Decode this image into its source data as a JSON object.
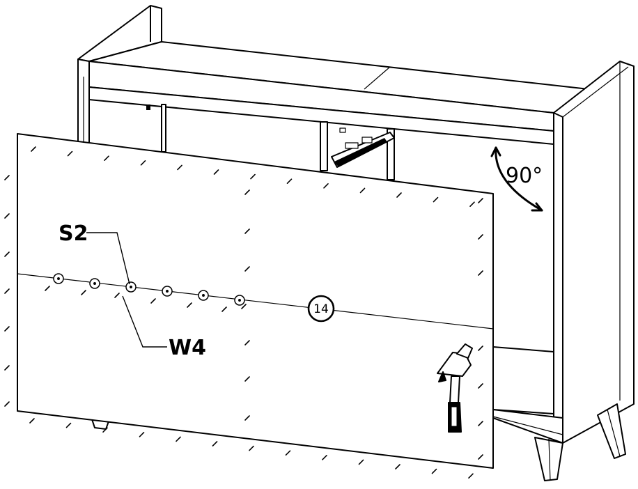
{
  "labels": {
    "screw": "S2",
    "dowel": "W4",
    "step": "14",
    "angle": "90°"
  },
  "icons": {
    "tool": "hammer-icon",
    "angle": "right-angle-arrow-icon"
  },
  "colors": {
    "line": "#000000",
    "background": "#ffffff"
  }
}
